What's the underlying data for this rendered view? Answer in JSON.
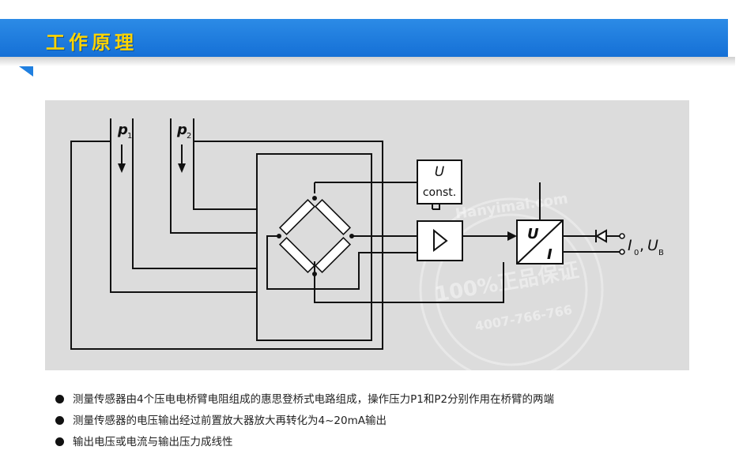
{
  "header": {
    "title": "工作原理"
  },
  "diagram": {
    "p1_label": "p",
    "p1_sub": "1",
    "p2_label": "p",
    "p2_sub": "2",
    "const_label_u": "U",
    "const_label_text": "const.",
    "converter_u": "U",
    "converter_i": "I",
    "output_i": "I",
    "output_i_sub": "0",
    "output_sep": ",",
    "output_u": "U",
    "output_u_sub": "B",
    "watermark_lines": [
      "Hanyimai.com",
      "100%正品保证",
      "4007-766-766"
    ]
  },
  "bullets": [
    "测量传感器由4个压电电桥臂电阻组成的惠思登桥式电路组成，操作压力P1和P2分别作用在桥臂的两端",
    "测量传感器的电压输出经过前置放大器放大再转化为4~20mA输出",
    "输出电压或电流与输出压力成线性"
  ],
  "colors": {
    "banner": "#1a78dc",
    "title": "#ffd400",
    "diagram_bg": "#dcdcdc"
  }
}
